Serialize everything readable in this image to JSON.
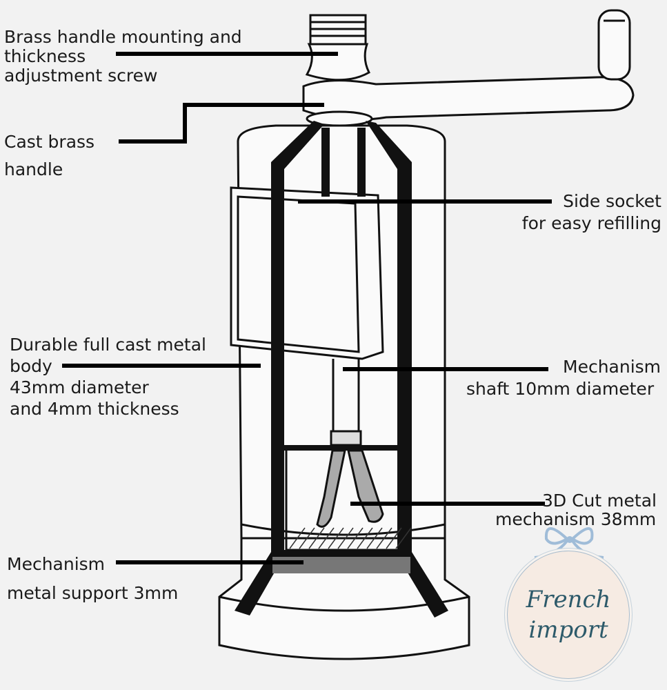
{
  "labels": {
    "brass_screw": [
      "Brass handle mounting and",
      "thickness",
      "adjustment screw"
    ],
    "cast_handle": [
      "Cast brass",
      "handle"
    ],
    "side_socket": [
      "Side socket",
      "for easy refilling"
    ],
    "body": [
      "Durable full cast metal",
      "body",
      "43mm diameter",
      "and 4mm thickness"
    ],
    "shaft": [
      "Mechanism",
      "shaft 10mm diameter"
    ],
    "cut_mechanism": [
      "3D Cut metal",
      "mechanism 38mm"
    ],
    "support": [
      "Mechanism",
      "metal support 3mm"
    ]
  },
  "badge": {
    "line1": "French",
    "line2": "import"
  },
  "colors": {
    "background": "#f2f2f2",
    "ink": "#111111",
    "badge_fill": "#f6ebe3",
    "badge_text": "#2d5a6a",
    "bow": "#a9c3de"
  }
}
